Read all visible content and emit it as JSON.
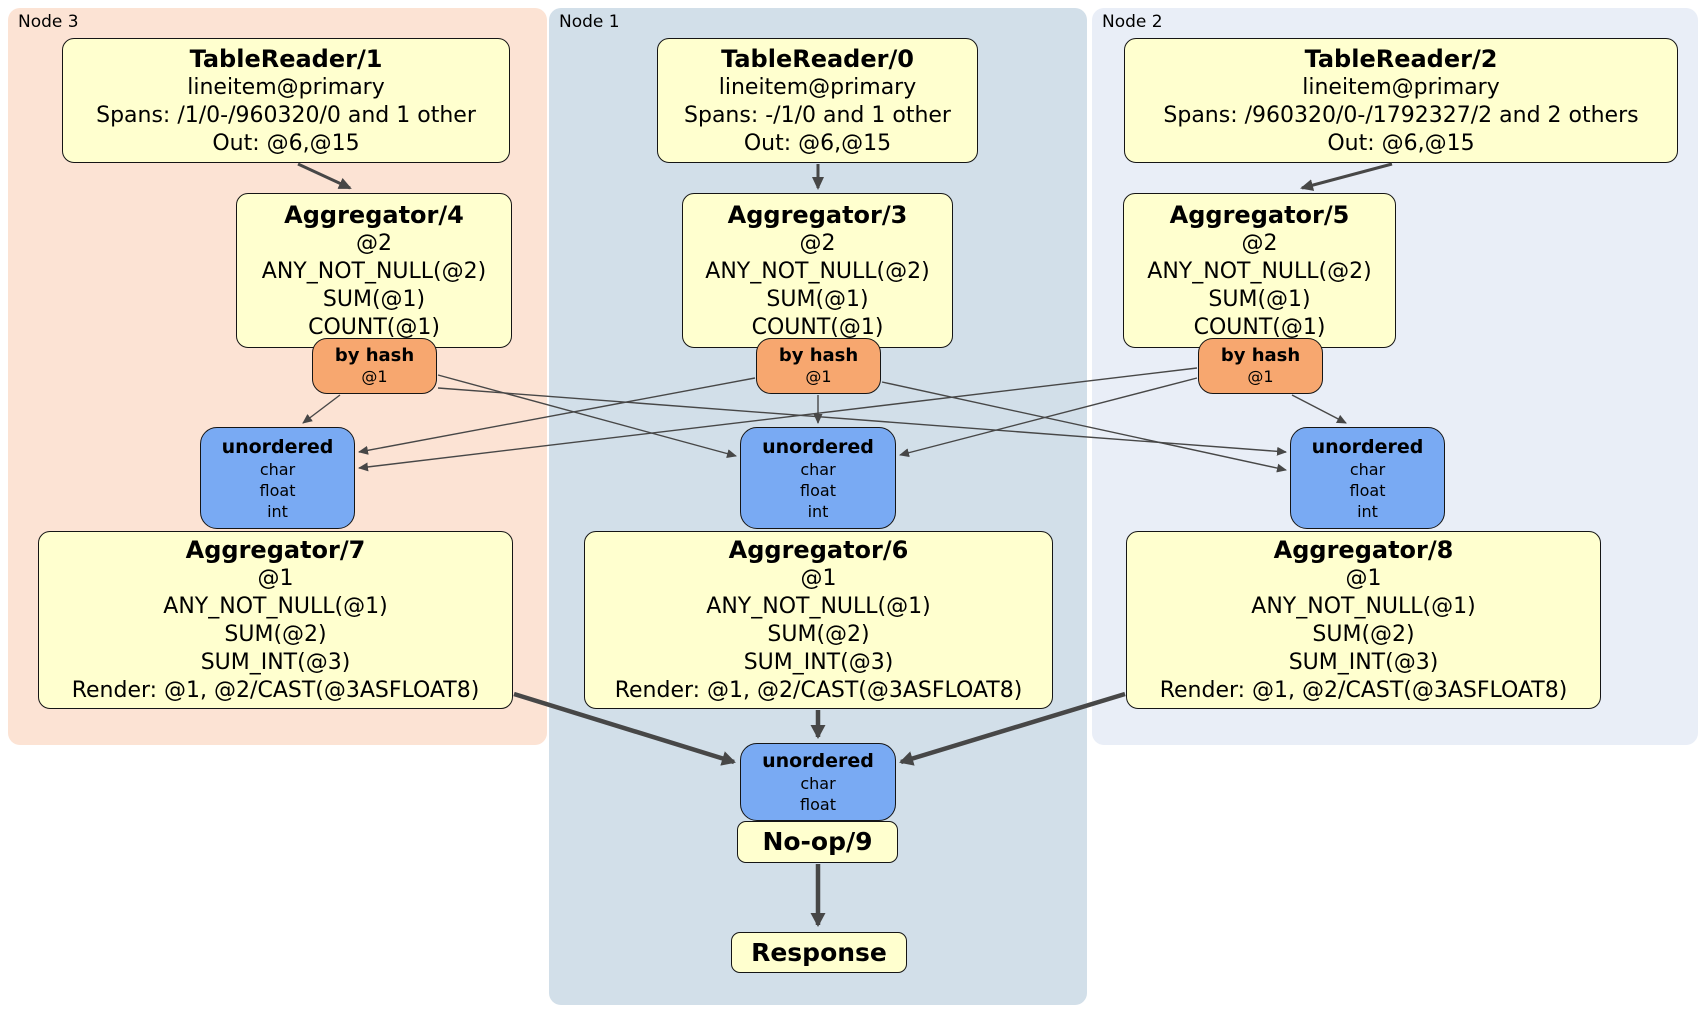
{
  "diagram": {
    "node_groups": [
      {
        "label": "Node 3"
      },
      {
        "label": "Node 1"
      },
      {
        "label": "Node 2"
      }
    ],
    "boxes": {
      "tr1": {
        "title": "TableReader/1",
        "lines": [
          "lineitem@primary",
          "Spans: /1/0-/960320/0 and 1 other",
          "Out: @6,@15"
        ]
      },
      "tr0": {
        "title": "TableReader/0",
        "lines": [
          "lineitem@primary",
          "Spans: -/1/0 and 1 other",
          "Out: @6,@15"
        ]
      },
      "tr2": {
        "title": "TableReader/2",
        "lines": [
          "lineitem@primary",
          "Spans: /960320/0-/1792327/2 and 2 others",
          "Out: @6,@15"
        ]
      },
      "agg4": {
        "title": "Aggregator/4",
        "lines": [
          "@2",
          "ANY_NOT_NULL(@2)",
          "SUM(@1)",
          "COUNT(@1)"
        ]
      },
      "agg3": {
        "title": "Aggregator/3",
        "lines": [
          "@2",
          "ANY_NOT_NULL(@2)",
          "SUM(@1)",
          "COUNT(@1)"
        ]
      },
      "agg5": {
        "title": "Aggregator/5",
        "lines": [
          "@2",
          "ANY_NOT_NULL(@2)",
          "SUM(@1)",
          "COUNT(@1)"
        ]
      },
      "hash4": {
        "title": "by hash",
        "lines": [
          "@1"
        ]
      },
      "hash3": {
        "title": "by hash",
        "lines": [
          "@1"
        ]
      },
      "hash5": {
        "title": "by hash",
        "lines": [
          "@1"
        ]
      },
      "sync3": {
        "title": "unordered",
        "lines": [
          "char",
          "float",
          "int"
        ]
      },
      "sync1": {
        "title": "unordered",
        "lines": [
          "char",
          "float",
          "int"
        ]
      },
      "sync2": {
        "title": "unordered",
        "lines": [
          "char",
          "float",
          "int"
        ]
      },
      "agg7": {
        "title": "Aggregator/7",
        "lines": [
          "@1",
          "ANY_NOT_NULL(@1)",
          "SUM(@2)",
          "SUM_INT(@3)",
          "Render: @1, @2/CAST(@3ASFLOAT8)"
        ]
      },
      "agg6": {
        "title": "Aggregator/6",
        "lines": [
          "@1",
          "ANY_NOT_NULL(@1)",
          "SUM(@2)",
          "SUM_INT(@3)",
          "Render: @1, @2/CAST(@3ASFLOAT8)"
        ]
      },
      "agg8": {
        "title": "Aggregator/8",
        "lines": [
          "@1",
          "ANY_NOT_NULL(@1)",
          "SUM(@2)",
          "SUM_INT(@3)",
          "Render: @1, @2/CAST(@3ASFLOAT8)"
        ]
      },
      "syncfinal": {
        "title": "unordered",
        "lines": [
          "char",
          "float"
        ]
      },
      "noop": {
        "title": "No-op/9"
      },
      "response": {
        "title": "Response"
      }
    },
    "edges": [
      {
        "from": "TableReader/1",
        "to": "Aggregator/4"
      },
      {
        "from": "TableReader/0",
        "to": "Aggregator/3"
      },
      {
        "from": "TableReader/2",
        "to": "Aggregator/5"
      },
      {
        "from": "by hash (Node 3)",
        "to": "unordered (Node 3)"
      },
      {
        "from": "by hash (Node 3)",
        "to": "unordered (Node 1)"
      },
      {
        "from": "by hash (Node 3)",
        "to": "unordered (Node 2)"
      },
      {
        "from": "by hash (Node 1)",
        "to": "unordered (Node 1)"
      },
      {
        "from": "by hash (Node 1)",
        "to": "unordered (Node 3)"
      },
      {
        "from": "by hash (Node 1)",
        "to": "unordered (Node 2)"
      },
      {
        "from": "by hash (Node 2)",
        "to": "unordered (Node 2)"
      },
      {
        "from": "by hash (Node 2)",
        "to": "unordered (Node 1)"
      },
      {
        "from": "by hash (Node 2)",
        "to": "unordered (Node 3)"
      },
      {
        "from": "Aggregator/7",
        "to": "unordered final"
      },
      {
        "from": "Aggregator/6",
        "to": "unordered final"
      },
      {
        "from": "Aggregator/8",
        "to": "unordered final"
      },
      {
        "from": "No-op/9",
        "to": "Response"
      }
    ],
    "colors": {
      "panel_node3": "#fce3d4",
      "panel_node1": "#d2dfe9",
      "panel_node2": "#e9eef7",
      "processor_fill": "#ffffcf",
      "router_fill": "#f7a76f",
      "sync_fill": "#79aaf3",
      "edge_color": "#474747"
    }
  }
}
